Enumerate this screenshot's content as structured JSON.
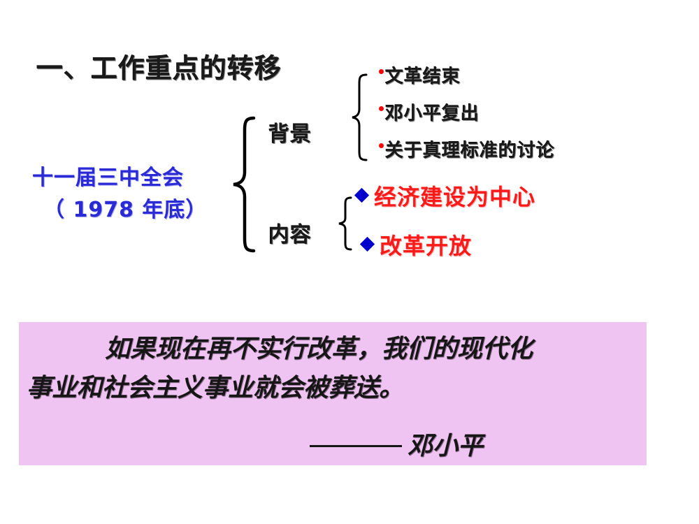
{
  "slide": {
    "title": "一、工作重点的转移",
    "meeting": {
      "name": "十一届三中全会",
      "date": "（ 1978 年底）",
      "color": "#2a2ad6"
    },
    "branches": {
      "background": {
        "label": "背景",
        "bullet_color": "#ff0000",
        "items": [
          "文革结束",
          "邓小平复出",
          "关于真理标准的讨论"
        ]
      },
      "content": {
        "label": "内容",
        "bullet_color": "#0000cc",
        "text_color": "#ff1a1a",
        "items": [
          "经济建设为中心",
          "改革开放"
        ]
      }
    },
    "quote": {
      "background_color": "#f0c4f2",
      "line1": "如果现在再不实行改革，我们的现代化",
      "line2": "事业和社会主义事业就会被葬送。",
      "attribution": "邓小平"
    }
  }
}
